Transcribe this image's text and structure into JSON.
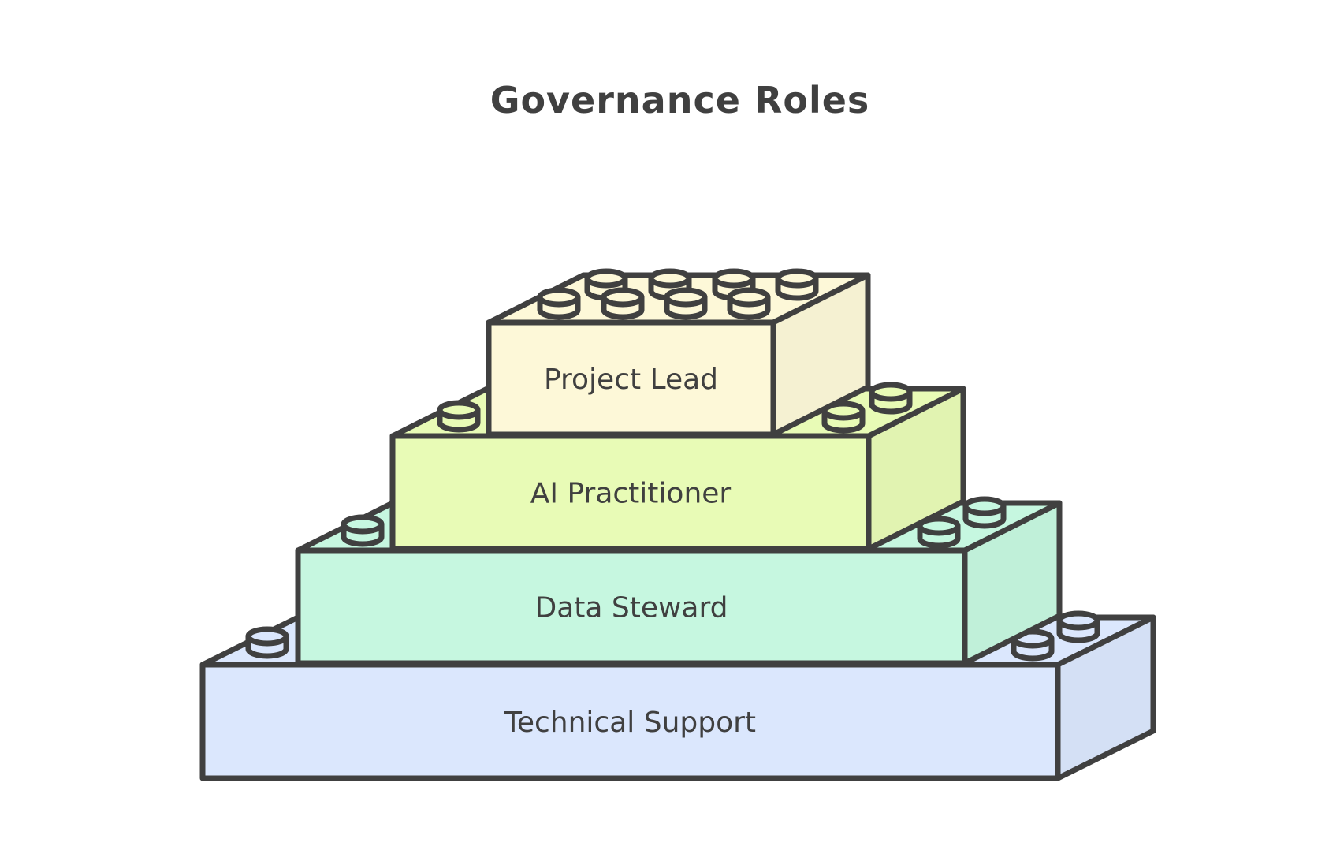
{
  "title": "Governance Roles",
  "colors": {
    "outline": "#404040",
    "project_lead": "#fdf8d8",
    "ai_practitioner": "#e8fbb6",
    "data_steward": "#c6f7e0",
    "technical_support": "#dbe7fd"
  },
  "blocks": [
    {
      "label": "Technical Support",
      "color_key": "technical_support",
      "studs": 3
    },
    {
      "label": "Data Steward",
      "color_key": "data_steward",
      "studs": 3
    },
    {
      "label": "AI Practitioner",
      "color_key": "ai_practitioner",
      "studs": 3
    },
    {
      "label": "Project Lead",
      "color_key": "project_lead",
      "studs": 8
    }
  ]
}
